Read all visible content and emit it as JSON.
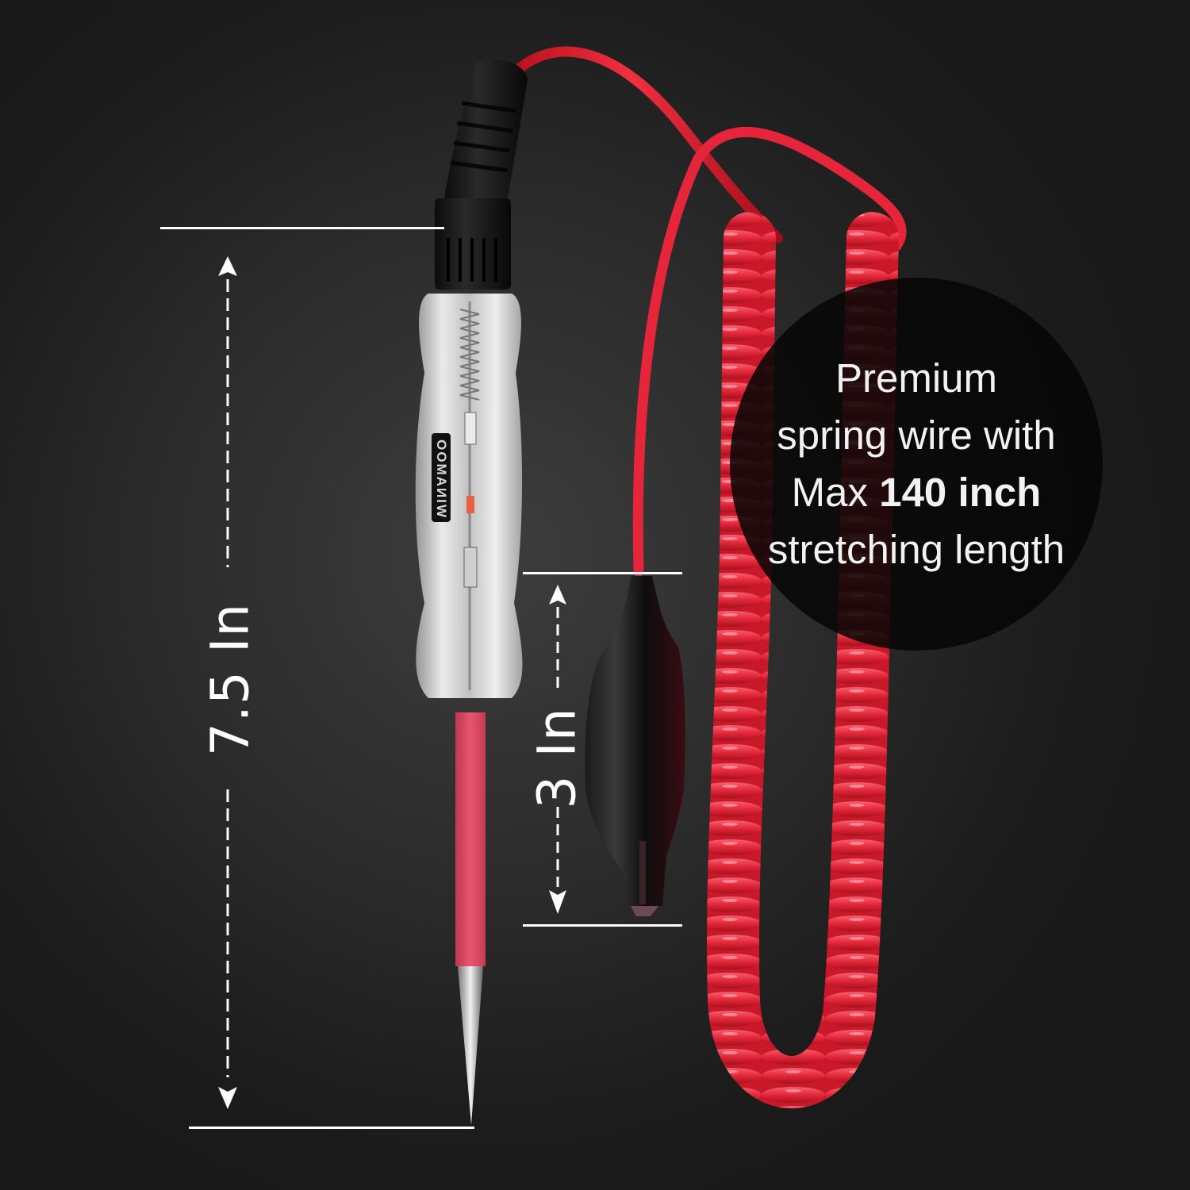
{
  "product": {
    "brand_on_handle": "WINAMOO",
    "colors": {
      "background_center": "#3d3d3d",
      "background_edge": "#181818",
      "wire_red": "#e8253a",
      "probe_sleeve": "#e0506a",
      "callout_fill": "#080808",
      "text": "#ffffff"
    }
  },
  "callout": {
    "line1": "Premium",
    "line2": "spring wire with",
    "line3_prefix": "Max ",
    "line3_bold": "140 inch",
    "line4": "stretching length"
  },
  "dimensions": {
    "probe_length": {
      "label": "7.5 In",
      "value": 7.5,
      "unit": "In"
    },
    "clip_length": {
      "label": "3 In",
      "value": 3,
      "unit": "In"
    }
  }
}
